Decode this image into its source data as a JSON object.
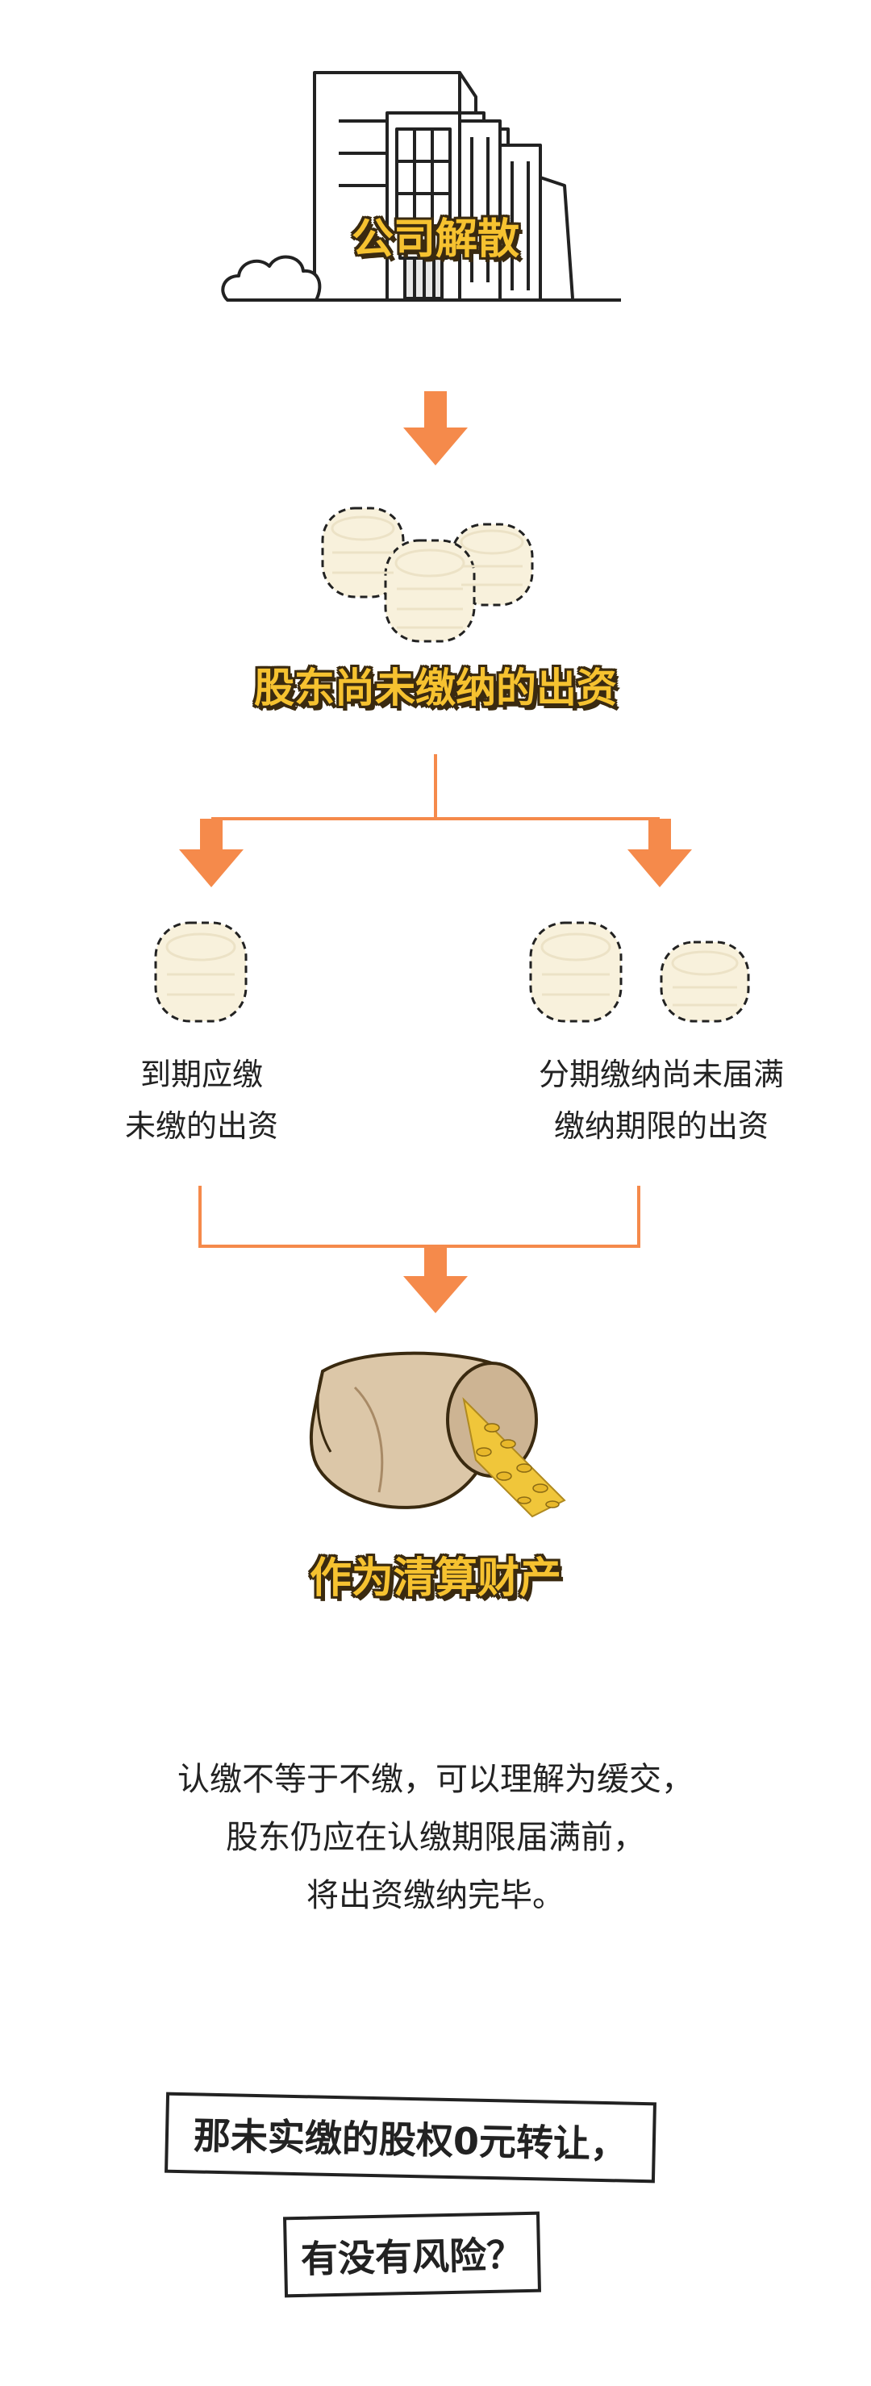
{
  "steps": {
    "company": "公司解散",
    "unpaid": "股东尚未缴纳的出资",
    "liquidation": "作为清算财产"
  },
  "branches": {
    "left": {
      "line1": "到期应缴",
      "line2": "未缴的出资"
    },
    "right": {
      "line1": "分期缴纳尚未届满",
      "line2": "缴纳期限的出资"
    }
  },
  "explanation": {
    "line1": "认缴不等于不缴，可以理解为缓交，",
    "line2": "股东仍应在认缴期限届满前，",
    "line3": "将出资缴纳完毕。"
  },
  "question": {
    "line1": "那未实缴的股权0元转让，",
    "line2": "有没有风险？"
  },
  "colors": {
    "arrow": "#f58a4b",
    "title_fill": "#f6c230",
    "coin_fill": "#f8f1dc"
  }
}
